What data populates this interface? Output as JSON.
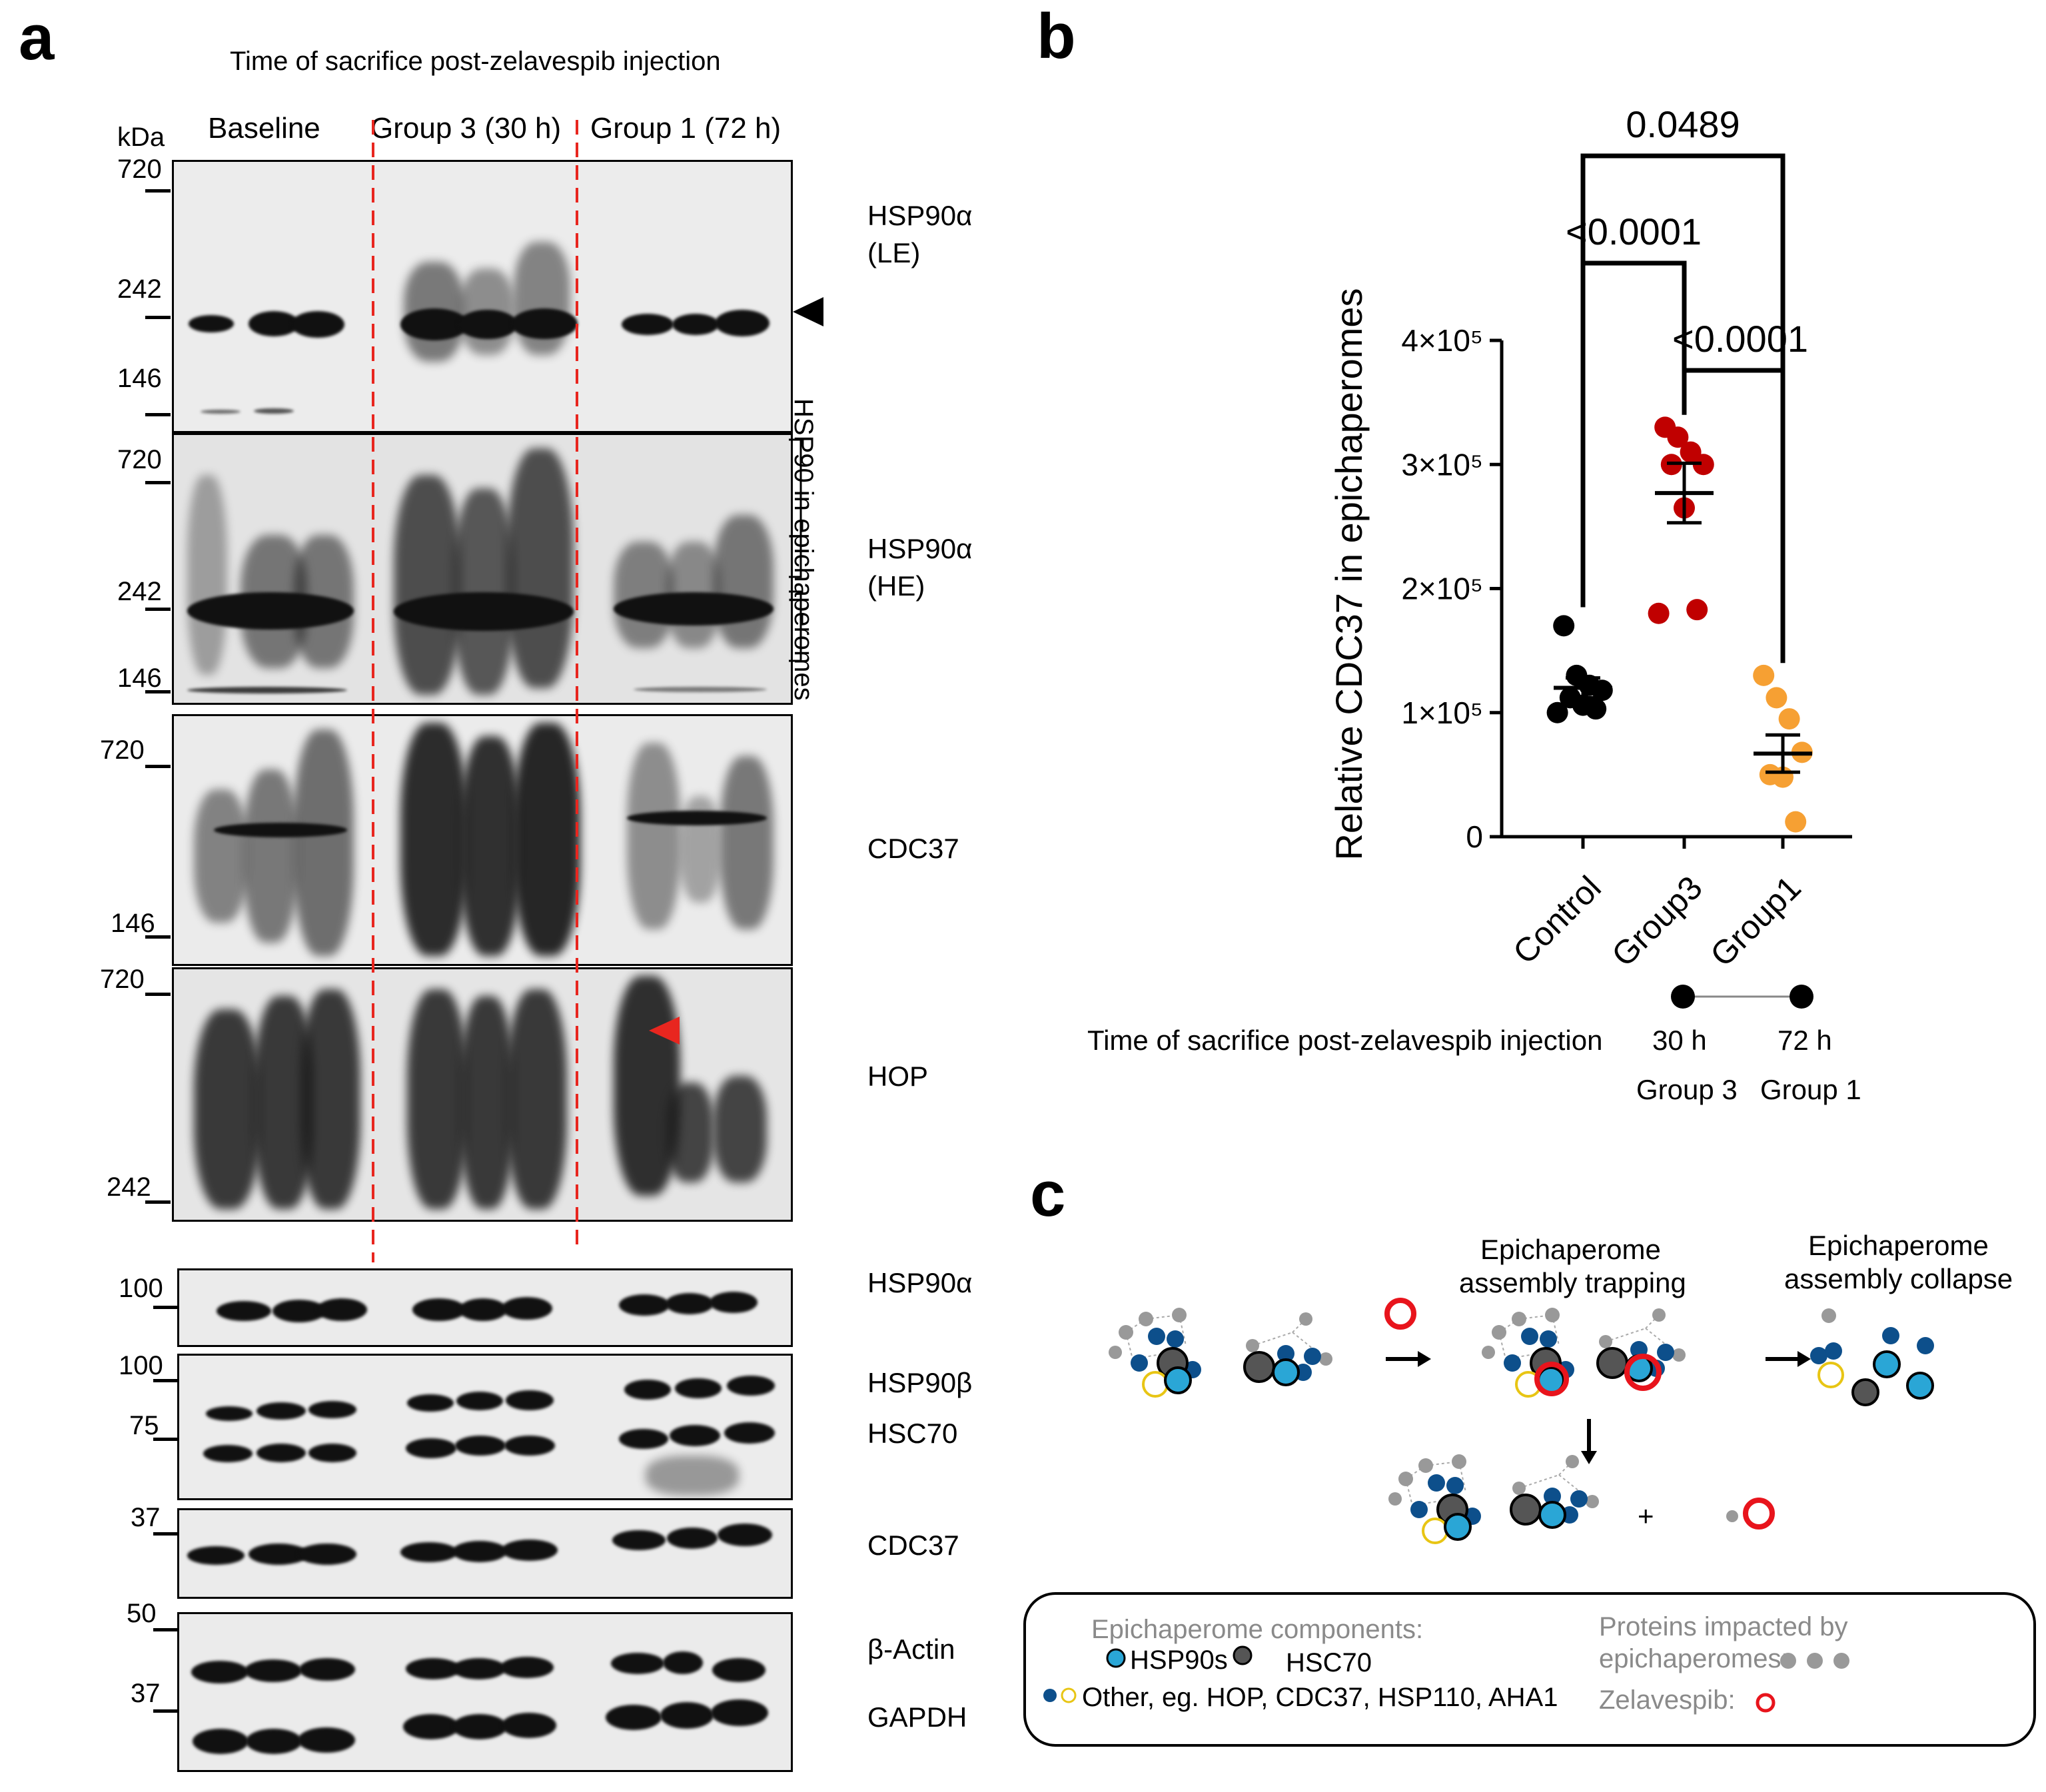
{
  "panel_a": {
    "label": "a",
    "title": "Time of sacrifice post-zelavespib injection",
    "kda_label": "kDa",
    "groups": [
      "Baseline",
      "Group 3 (30 h)",
      "Group 1 (72 h)"
    ],
    "blots": [
      {
        "markers": [
          "720",
          "242",
          "146"
        ],
        "label_line1": "HSP90α",
        "label_line2": "(LE)"
      },
      {
        "markers": [
          "720",
          "242",
          "146"
        ],
        "label_line1": "HSP90α",
        "label_line2": "(HE)"
      },
      {
        "markers": [
          "720",
          "146"
        ],
        "label_line1": "CDC37",
        "label_line2": ""
      },
      {
        "markers": [
          "720",
          "242"
        ],
        "label_line1": "HOP",
        "label_line2": ""
      }
    ],
    "bracket_label": "HSP90 in epichaperomes",
    "lower_blots": [
      {
        "markers": [
          "100"
        ],
        "labels": [
          "HSP90α"
        ]
      },
      {
        "markers": [
          "100",
          "75"
        ],
        "labels": [
          "HSP90β",
          "HSC70"
        ]
      },
      {
        "markers": [
          "37"
        ],
        "labels": [
          "CDC37"
        ]
      },
      {
        "markers": [
          "50",
          "37"
        ],
        "labels": [
          "β-Actin",
          "GAPDH"
        ]
      }
    ],
    "colors": {
      "divider": "#e8261f",
      "arrow_red": "#e8261f"
    }
  },
  "panel_b": {
    "label": "b",
    "footer": {
      "caption": "Time of sacrifice post-zelavespib injection",
      "t1": "30 h",
      "t2": "72 h",
      "g1": "Group 3",
      "g2": "Group 1"
    },
    "chart_data": {
      "type": "scatter",
      "ylabel": "Relative CDC37 in epichaperomes",
      "ylim": [
        0,
        400000
      ],
      "yticks": [
        {
          "value": 0,
          "label": "0"
        },
        {
          "value": 100000,
          "label": "1×10⁵"
        },
        {
          "value": 200000,
          "label": "2×10⁵"
        },
        {
          "value": 300000,
          "label": "3×10⁵"
        },
        {
          "value": 400000,
          "label": "4×10⁵"
        }
      ],
      "categories": [
        "Control",
        "Group3",
        "Group1"
      ],
      "series": [
        {
          "name": "Control",
          "color": "#000000",
          "values": [
            170000,
            130000,
            122000,
            118000,
            112000,
            106000,
            103000,
            100000
          ],
          "mean": 120000,
          "sem": 8000
        },
        {
          "name": "Group3",
          "color": "#c00000",
          "values": [
            330000,
            322000,
            310000,
            300000,
            300000,
            265000,
            183000,
            180000
          ],
          "mean": 277000,
          "sem": 24000
        },
        {
          "name": "Group1",
          "color": "#f6a033",
          "values": [
            130000,
            112000,
            95000,
            68000,
            50000,
            48000,
            12000
          ],
          "mean": 67000,
          "sem": 15000
        }
      ],
      "comparisons": [
        {
          "a": 0,
          "b": 1,
          "label": "<0.0001"
        },
        {
          "a": 1,
          "b": 2,
          "label": "<0.0001"
        },
        {
          "a": 0,
          "b": 2,
          "label": "0.0489"
        }
      ]
    }
  },
  "panel_c": {
    "label": "c",
    "trap_title_line1": "Epichaperome",
    "trap_title_line2": "assembly trapping",
    "collapse_title_line1": "Epichaperome",
    "collapse_title_line2": "assembly collapse",
    "plus": "+",
    "legend": {
      "components_title": "Epichaperome components:",
      "hsp90s": "HSP90s",
      "hsc70": "HSC70",
      "other": "Other, eg. HOP, CDC37, HSP110, AHA1",
      "impacted_line1": "Proteins impacted by",
      "impacted_line2": "epichaperomes:",
      "zelavespib": "Zelavespib:"
    },
    "colors": {
      "hsp90": "#2aa6d6",
      "hsc70": "#555555",
      "other": "#0d4f8b",
      "yellow": "#e8c514",
      "grey": "#999999",
      "zelavespib": "#e8141c"
    }
  }
}
